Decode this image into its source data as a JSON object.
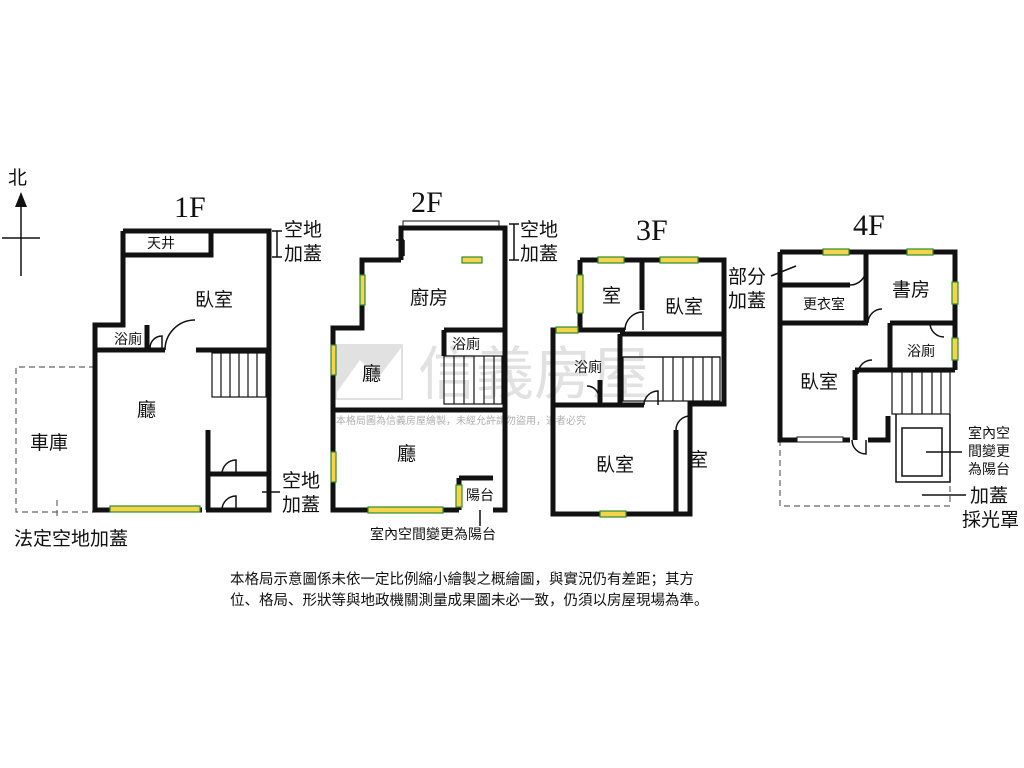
{
  "compass": {
    "label": "北"
  },
  "floors": [
    {
      "id": "1F",
      "title": "1F",
      "rooms": [
        "天井",
        "臥室",
        "浴廁",
        "廳"
      ],
      "notes": [
        "空地",
        "加蓋",
        "空地",
        "加蓋"
      ],
      "outside": [
        "車庫",
        "法定空地加蓋"
      ]
    },
    {
      "id": "2F",
      "title": "2F",
      "rooms": [
        "廚房",
        "浴廁",
        "廳",
        "廳",
        "陽台"
      ],
      "notes": [
        "空地",
        "加蓋"
      ],
      "caption": "室內空間變更為陽台"
    },
    {
      "id": "3F",
      "title": "3F",
      "rooms": [
        "室",
        "臥室",
        "浴廁",
        "臥室",
        "室"
      ]
    },
    {
      "id": "4F",
      "title": "4F",
      "rooms": [
        "書房",
        "更衣室",
        "浴廁",
        "臥室"
      ],
      "notes": [
        "部分",
        "加蓋"
      ],
      "side_notes": [
        "室內空",
        "間變更",
        "為陽台"
      ],
      "skylight": [
        "加蓋",
        "採光罩"
      ]
    }
  ],
  "watermark": {
    "brand": "信義房屋",
    "notice": "本格局圖為信義房屋繪製，未經允許請勿盜用，違者必究"
  },
  "disclaimer": [
    "本格局示意圖係未依一定比例縮小繪製之概繪圖，與實況仍有差距；其方",
    "位、格局、形狀等與地政機關測量成果圖未必一致，仍須以房屋現場為準。"
  ],
  "colors": {
    "wall": "#111111",
    "window_fill": "#f5d44a",
    "window_edge": "#2f8a2f",
    "watermark": "#c9c9c9"
  }
}
